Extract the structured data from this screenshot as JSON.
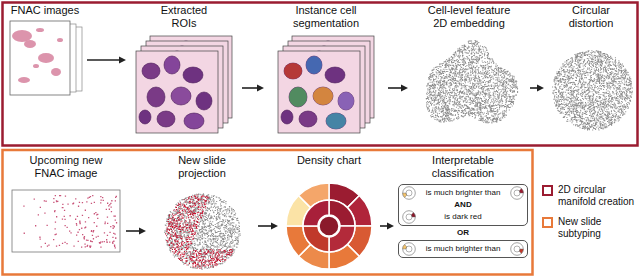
{
  "diagram": {
    "nodes": [
      {
        "text": [
          "FNAC images"
        ]
      },
      {
        "text": [
          "Extracted ROIs"
        ]
      },
      {
        "text": [
          "Instance cell segmentation"
        ]
      },
      {
        "text": [
          "Cell-level feature 2D embedding"
        ]
      },
      {
        "text": [
          "Circular distortion"
        ]
      },
      {
        "text": [
          "Upcoming new FNAC image"
        ]
      },
      {
        "text": [
          "New slide projection"
        ]
      },
      {
        "text": [
          "Density chart"
        ]
      },
      {
        "text": [
          "Interpretable classification",
          "OR"
        ]
      },
      {
        "text": [
          "is much brighter than",
          "AND",
          "is dark red"
        ],
        "in": 8
      },
      {
        "text": [
          "is much brighter than"
        ],
        "in": 8
      }
    ],
    "edges": [
      {
        "from": 0,
        "to": 1,
        "arrow": "to"
      },
      {
        "from": 1,
        "to": 2,
        "arrow": "to"
      },
      {
        "from": 2,
        "to": 3,
        "arrow": "to"
      },
      {
        "from": 3,
        "to": 4,
        "arrow": "to"
      },
      {
        "from": 5,
        "to": 6,
        "arrow": "to"
      },
      {
        "from": 6,
        "to": 7,
        "arrow": "to"
      },
      {
        "from": 7,
        "to": 8,
        "arrow": "to"
      }
    ],
    "legend": [
      {
        "text": "2D circular manifold creation",
        "color": "#9b1c31"
      },
      {
        "text": "New slide subtyping",
        "color": "#e8793a"
      }
    ]
  }
}
